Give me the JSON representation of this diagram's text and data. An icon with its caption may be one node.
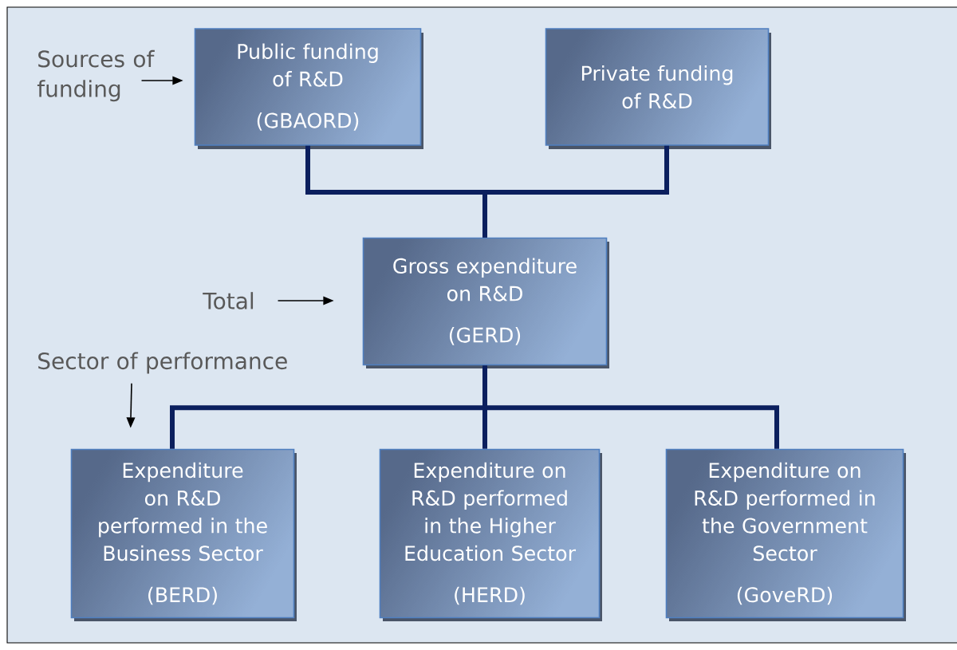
{
  "diagram": {
    "nodes": [
      {
        "text": [
          "Public funding of R&D",
          "(GBAORD)"
        ]
      },
      {
        "text": [
          "Private funding of R&D"
        ]
      },
      {
        "text": [
          "Gross expenditure on R&D",
          "(GERD)"
        ]
      },
      {
        "text": [
          "Expenditure on R&D performed in the Business Sector",
          "(BERD)"
        ]
      },
      {
        "text": [
          "Expenditure on R&D performed in the Higher Education Sector",
          "(HERD)"
        ]
      },
      {
        "text": [
          "Expenditure on R&D performed in the Government Sector",
          "(GoveRD)"
        ]
      },
      {
        "text": [
          "Sources of funding"
        ]
      },
      {
        "text": [
          "Total"
        ]
      },
      {
        "text": [
          "Sector of performance"
        ]
      }
    ],
    "edges": [
      {
        "from": 0,
        "to": 2,
        "arrow": "none"
      },
      {
        "from": 1,
        "to": 2,
        "arrow": "none"
      },
      {
        "from": 2,
        "to": 3,
        "arrow": "none"
      },
      {
        "from": 2,
        "to": 4,
        "arrow": "none"
      },
      {
        "from": 2,
        "to": 5,
        "arrow": "none"
      },
      {
        "from": 6,
        "to": 0,
        "arrow": "to",
        "color": "#000000"
      },
      {
        "from": 7,
        "to": 2,
        "arrow": "to",
        "color": "#000000"
      },
      {
        "from": 8,
        "to": 3,
        "arrow": "to",
        "color": "#000000"
      }
    ]
  }
}
